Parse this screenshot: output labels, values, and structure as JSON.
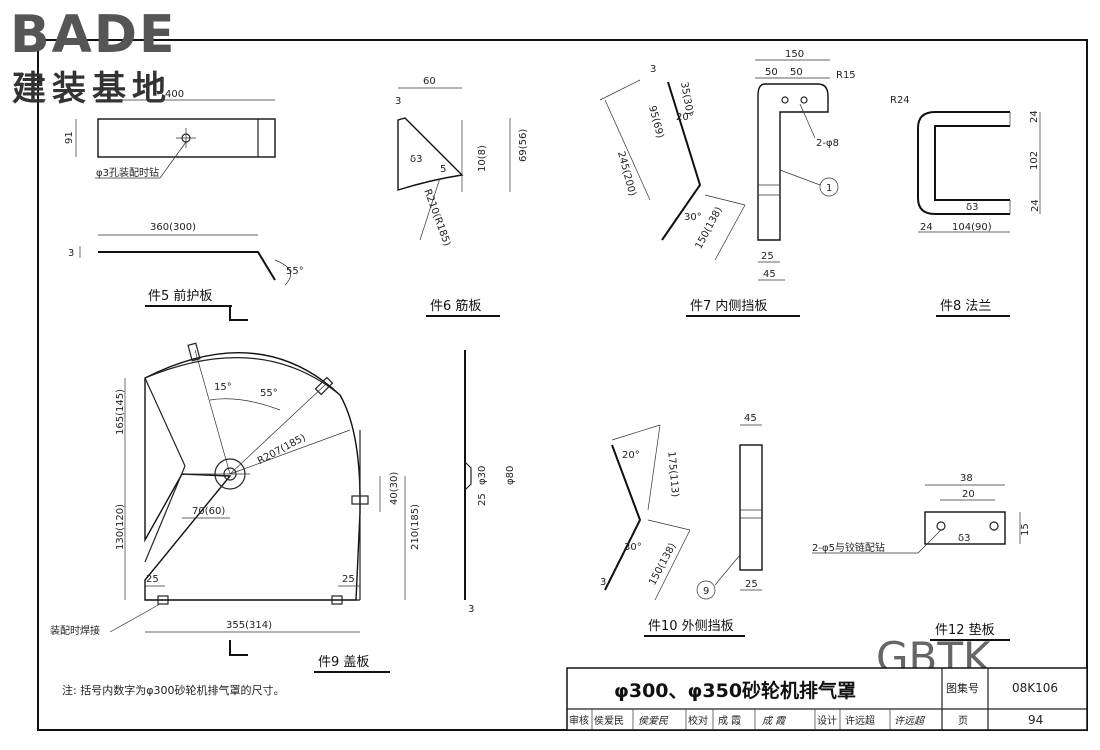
{
  "logo": {
    "brand": "BADE",
    "subtitle": "建装基地"
  },
  "watermark": "GBTK",
  "parts": {
    "p5": {
      "caption": "件5 前护板",
      "dim_width": "400",
      "dim_height": "91",
      "hole_note": "φ3孔装配时钻",
      "dim_bend_len": "360(300)",
      "dim_thk": "3",
      "dim_angle": "55°"
    },
    "p6": {
      "caption": "件6 筋板",
      "dim_top": "60",
      "dim_small": "3",
      "thk": "δ3",
      "dim_r": "R210(R185)",
      "dim_5": "5",
      "dim_h1": "10(8)",
      "dim_h2": "69(56)"
    },
    "p7": {
      "caption": "件7 内侧挡板",
      "dim_3": "3",
      "dim_35": "35(30)",
      "dim_95": "95(69)",
      "dim_245": "245(200)",
      "angle_top": "20°",
      "angle_bot": "30°",
      "dim_150": "150(138)",
      "dim_150b": "150",
      "dim_50a": "50",
      "dim_50b": "50",
      "r15": "R15",
      "holes": "2-φ8",
      "dim_25": "25",
      "dim_45": "45",
      "callout": "1"
    },
    "p8": {
      "caption": "件8 法兰",
      "r24": "R24",
      "dim_24a": "24",
      "dim_102": "102",
      "dim_24b": "24",
      "thk": "δ3",
      "dim_24c": "24",
      "dim_104": "104(90)"
    },
    "p9": {
      "caption": "件9 盖板",
      "angle15": "15°",
      "angle55": "55°",
      "r207": "R207(185)",
      "dim_165": "165(145)",
      "dim_130": "130(120)",
      "dim_70": "70(60)",
      "dim_25a": "25",
      "dim_25b": "25",
      "dim_355": "355(314)",
      "dim_40": "40(30)",
      "dim_210": "210(185)",
      "weld_note": "装配时焊接"
    },
    "side": {
      "d30": "φ30",
      "d80": "φ80",
      "d25": "25",
      "d3": "3"
    },
    "p10": {
      "caption": "件10 外侧挡板",
      "angle20": "20°",
      "dim_175": "175(113)",
      "angle30": "30°",
      "dim_150": "150(138)",
      "dim_3": "3",
      "dim_45": "45",
      "dim_25": "25",
      "callout": "9"
    },
    "p12": {
      "caption": "件12 垫板",
      "dim_38": "38",
      "dim_20": "20",
      "dim_15": "15",
      "thk": "δ3",
      "holes_note": "2-φ5与铰链配钻"
    }
  },
  "note": "注: 括号内数字为φ300砂轮机排气罩的尺寸。",
  "titleblock": {
    "title": "φ300、φ350砂轮机排气罩",
    "atlas_label": "图集号",
    "atlas_no": "08K106",
    "review": "审核",
    "reviewer": "侯爱民",
    "reviewer_sig": "侯爱民",
    "check": "校对",
    "checker": "成 霞",
    "checker_sig": "成 霞",
    "design": "设计",
    "designer": "许远超",
    "designer_sig": "许远超",
    "page_label": "页",
    "page_no": "94"
  }
}
